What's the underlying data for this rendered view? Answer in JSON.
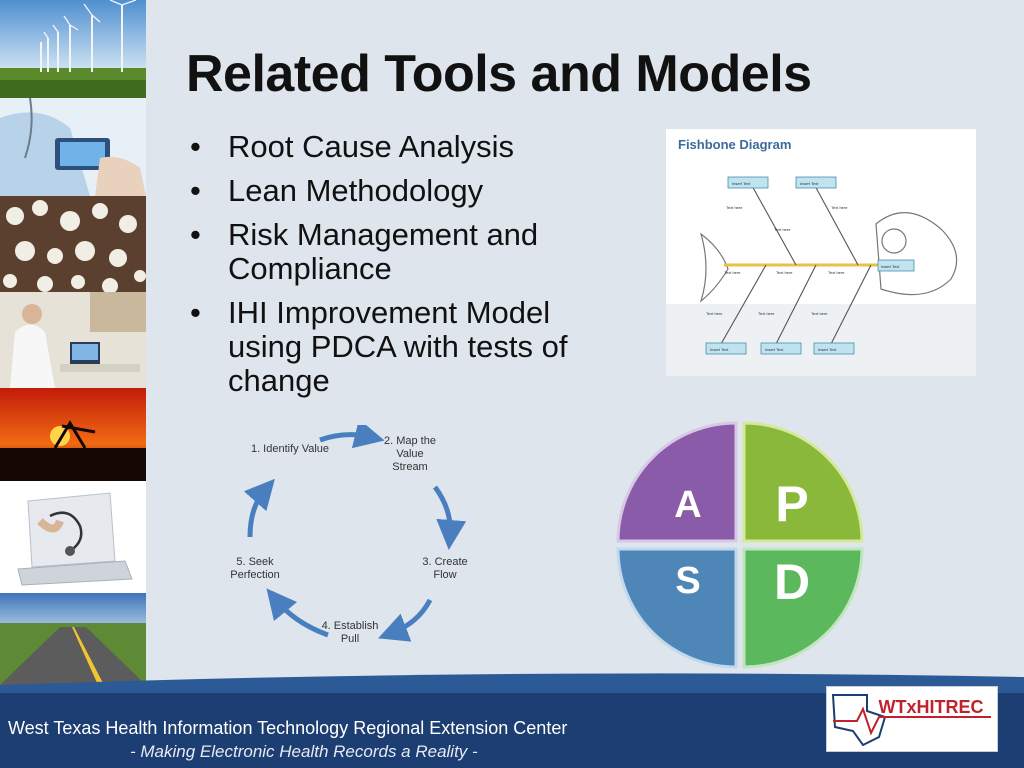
{
  "slide": {
    "title": "Related Tools and Models",
    "bullets": [
      "Root Cause Analysis",
      "Lean Methodology",
      "Risk Management and Compliance",
      "IHI Improvement Model using PDCA with tests of change"
    ]
  },
  "photos": [
    {
      "name": "wind-turbines-photo"
    },
    {
      "name": "doctor-tablet-photo"
    },
    {
      "name": "cotton-field-photo"
    },
    {
      "name": "lab-technician-photo"
    },
    {
      "name": "sunset-oil-pump-photo"
    },
    {
      "name": "laptop-stethoscope-photo"
    },
    {
      "name": "highway-road-photo"
    }
  ],
  "fishbone": {
    "title": "Fishbone Diagram",
    "box_label": "Insert Text",
    "bone_label": "Text here"
  },
  "lean_cycle": {
    "steps": [
      "1. Identify Value",
      "2. Map the Value Stream",
      "3. Create Flow",
      "4. Establish Pull",
      "5. Seek Perfection"
    ],
    "arrow_color": "#4a7fbf"
  },
  "pdsa": {
    "quadrants": [
      {
        "letter": "A",
        "color": "#8a5ba8"
      },
      {
        "letter": "P",
        "color": "#8ab83a"
      },
      {
        "letter": "S",
        "color": "#4e86b8"
      },
      {
        "letter": "D",
        "color": "#5cb85c"
      }
    ]
  },
  "footer": {
    "line1": "West Texas Health Information Technology Regional Extension Center",
    "line2": "- Making Electronic Health Records a Reality -",
    "logo_text": "WTxHITREC",
    "background": "#1d3e72"
  }
}
